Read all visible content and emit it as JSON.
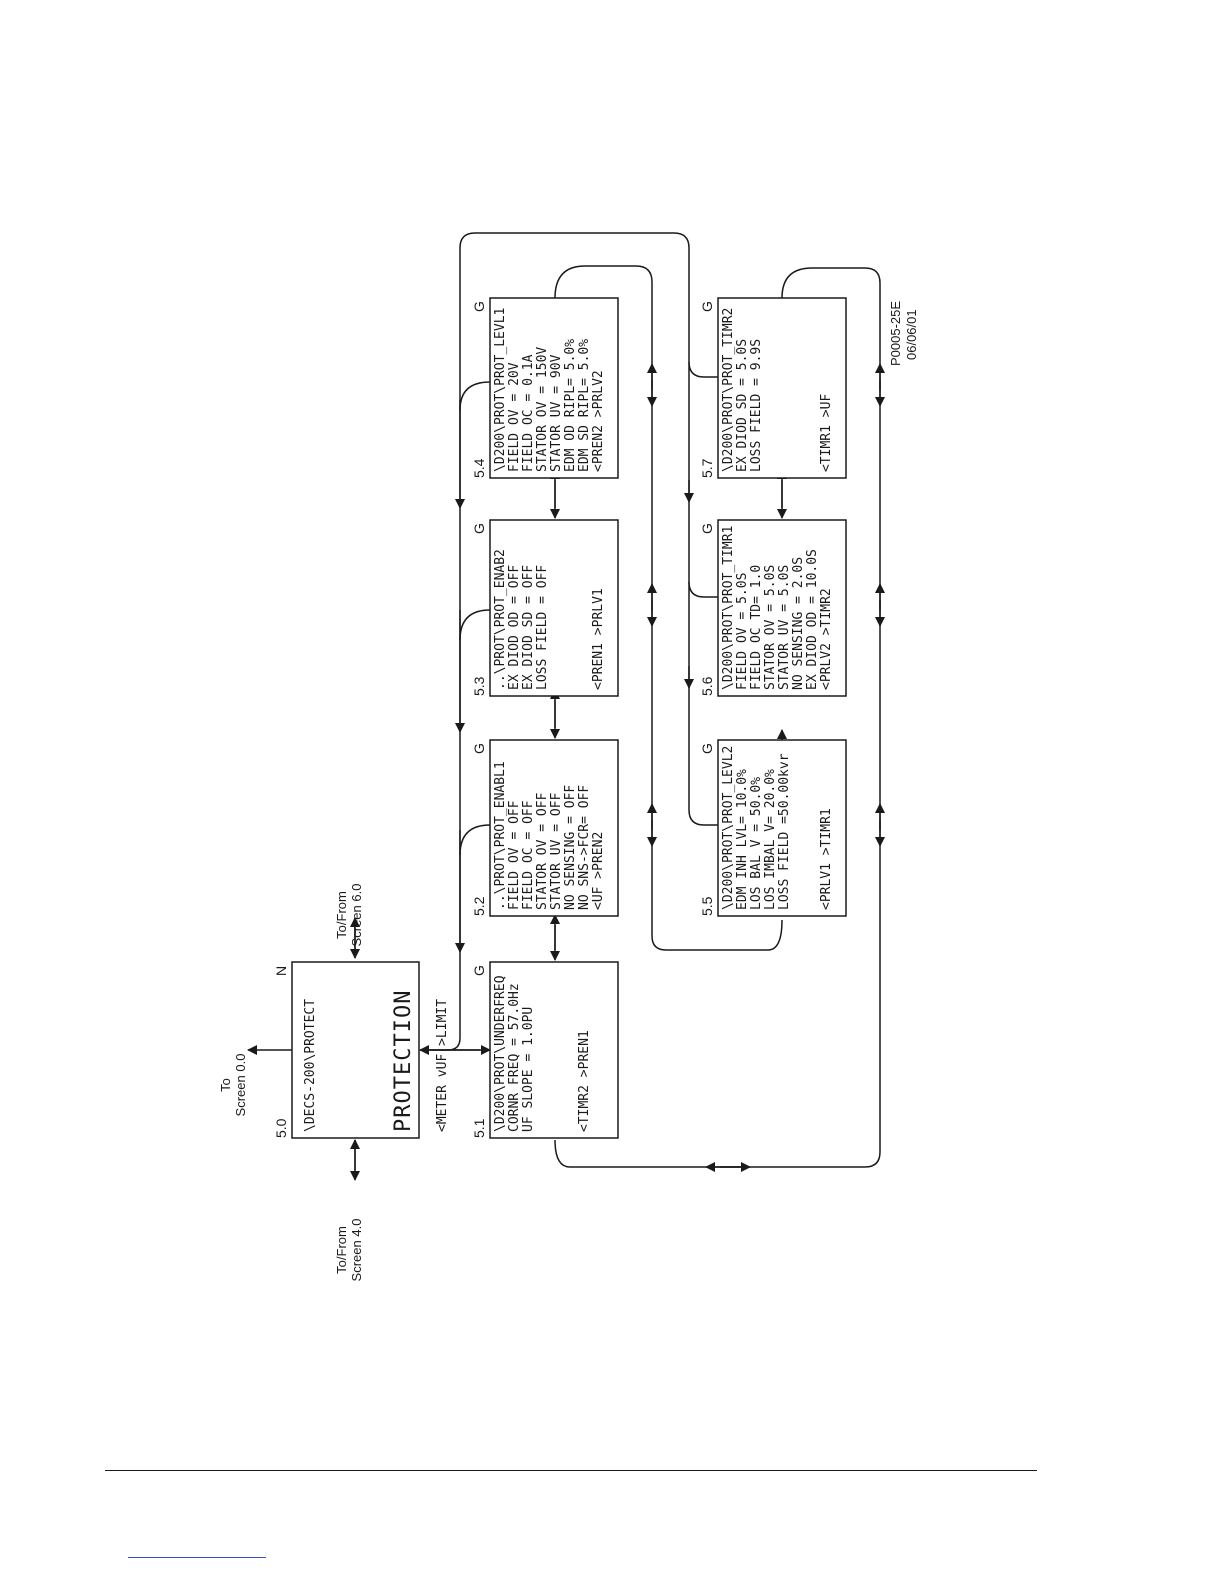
{
  "screens": [
    {
      "id": "5.0",
      "num": "5.0",
      "corner": "N",
      "lines": [
        "\\DECS-200\\PROTECT",
        "",
        "PROTECTION",
        "",
        "<METER vUF   >LIMIT"
      ]
    },
    {
      "id": "5.1",
      "num": "5.1",
      "corner": "G",
      "lines": [
        "\\D200\\PROT\\UNDERFREQ",
        "CORNR FREQ =   57.0Hz",
        "UF SLOPE   =    1.0PU",
        "",
        "",
        "",
        "<TIMR2         >PREN1"
      ]
    },
    {
      "id": "5.2",
      "num": "5.2",
      "corner": "G",
      "lines": [
        "..\\PROT\\PROT_ENABL1",
        "FIELD OV   =      OFF",
        "FIELD OC   =      OFF",
        "STATOR OV  =      OFF",
        "STATOR UV  =      OFF",
        "NO SENSING =      OFF",
        "NO SNS->FCR=      OFF",
        "<UF            >PREN2"
      ]
    },
    {
      "id": "5.3",
      "num": "5.3",
      "corner": "G",
      "lines": [
        "..\\PROT\\PROT_ENAB2",
        "EX DIOD OD =      OFF",
        "EX DIOD SD =      OFF",
        "LOSS FIELD =      OFF",
        "",
        "",
        "",
        "<PREN1          >PRLV1"
      ]
    },
    {
      "id": "5.4",
      "num": "5.4",
      "corner": "G",
      "lines": [
        "\\D200\\PROT\\PROT_LEVL1",
        "FIELD OV   =      20V",
        "FIELD OC   =     0.1A",
        "STATOR OV  =     150V",
        "STATOR UV  =      90V",
        "EDM OD RIPL=     5.0%",
        "EDM SD RIPL=     5.0%",
        "<PREN2          >PRLV2"
      ]
    },
    {
      "id": "5.5",
      "num": "5.5",
      "corner": "G",
      "lines": [
        "\\D200\\PROT\\PROT_LEVL2",
        "EDM INH LVL=   10.0%",
        "LOS BAL V  =   50.0%",
        "LOS IMBAL V=   20.0%",
        "LOSS FIELD =50.00kvr",
        "",
        "",
        "<PRLV1          >TIMR1"
      ]
    },
    {
      "id": "5.6",
      "num": "5.6",
      "corner": "G",
      "lines": [
        "\\D200\\PROT\\PROT_TIMR1",
        "FIELD OV   =     5.0S",
        "FIELD OC TD=      1.0",
        "STATOR OV  =     5.0S",
        "STATOR UV  =     5.0S",
        "NO SENSING =     2.0S",
        "EX DIOD OD =    10.0S",
        "<PRLV2          >TIMR2"
      ]
    },
    {
      "id": "5.7",
      "num": "5.7",
      "corner": "G",
      "lines": [
        "\\D200\\PROT\\PROT_TIMR2",
        "EX DIOD SD =     5.0S",
        "LOSS FIELD =     9.9S",
        "",
        "",
        "",
        "",
        "<TIMR1            >UF"
      ]
    }
  ],
  "nav_labels": {
    "to_screen_0": [
      "To",
      "Screen 0.0"
    ],
    "to_from_screen_6": [
      "To/From",
      "Screen 6.0"
    ],
    "to_from_screen_4": [
      "To/From",
      "Screen 4.0"
    ]
  },
  "figure_code": [
    "P0005-25E",
    "06/06/01"
  ]
}
